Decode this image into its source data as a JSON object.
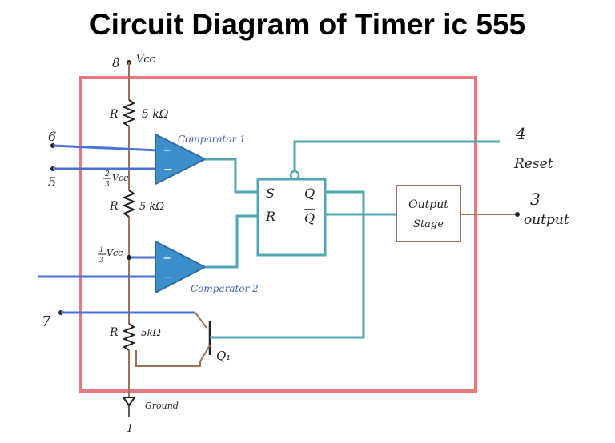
{
  "title": "Circuit Diagram of Timer ic 555",
  "colors": {
    "border": "#e8787c",
    "wire_blue": "#4a6fd8",
    "wire_teal": "#4fa7b1",
    "wire_brown": "#9b7257",
    "comparator_fill": "#3d8fcc",
    "ink": "#222222",
    "label_blue": "#3b5fb0"
  },
  "labels": {
    "pin8": "8",
    "vcc": "Vcc",
    "r_top": "R",
    "r_top_value": "5 kΩ",
    "pin6": "6",
    "pin5": "5",
    "comparator1": "Comparator 1",
    "two_thirds_num": "2",
    "two_thirds_den": "3",
    "two_thirds_vcc": "Vcc",
    "r_mid": "R",
    "r_mid_value": "5 kΩ",
    "one_third_num": "1",
    "one_third_den": "3",
    "one_third_vcc": "Vcc",
    "comparator2": "Comparator 2",
    "pin7": "7",
    "r_bot": "R",
    "r_bot_value": "5kΩ",
    "q1": "Q₁",
    "ground": "Ground",
    "pin1": "1",
    "ff_s": "S",
    "ff_r": "R",
    "ff_q": "Q",
    "ff_qbar": "Q",
    "pin4": "4",
    "reset": "Reset",
    "output_stage_line1": "Output",
    "output_stage_line2": "Stage",
    "pin3": "3",
    "output": "output"
  }
}
